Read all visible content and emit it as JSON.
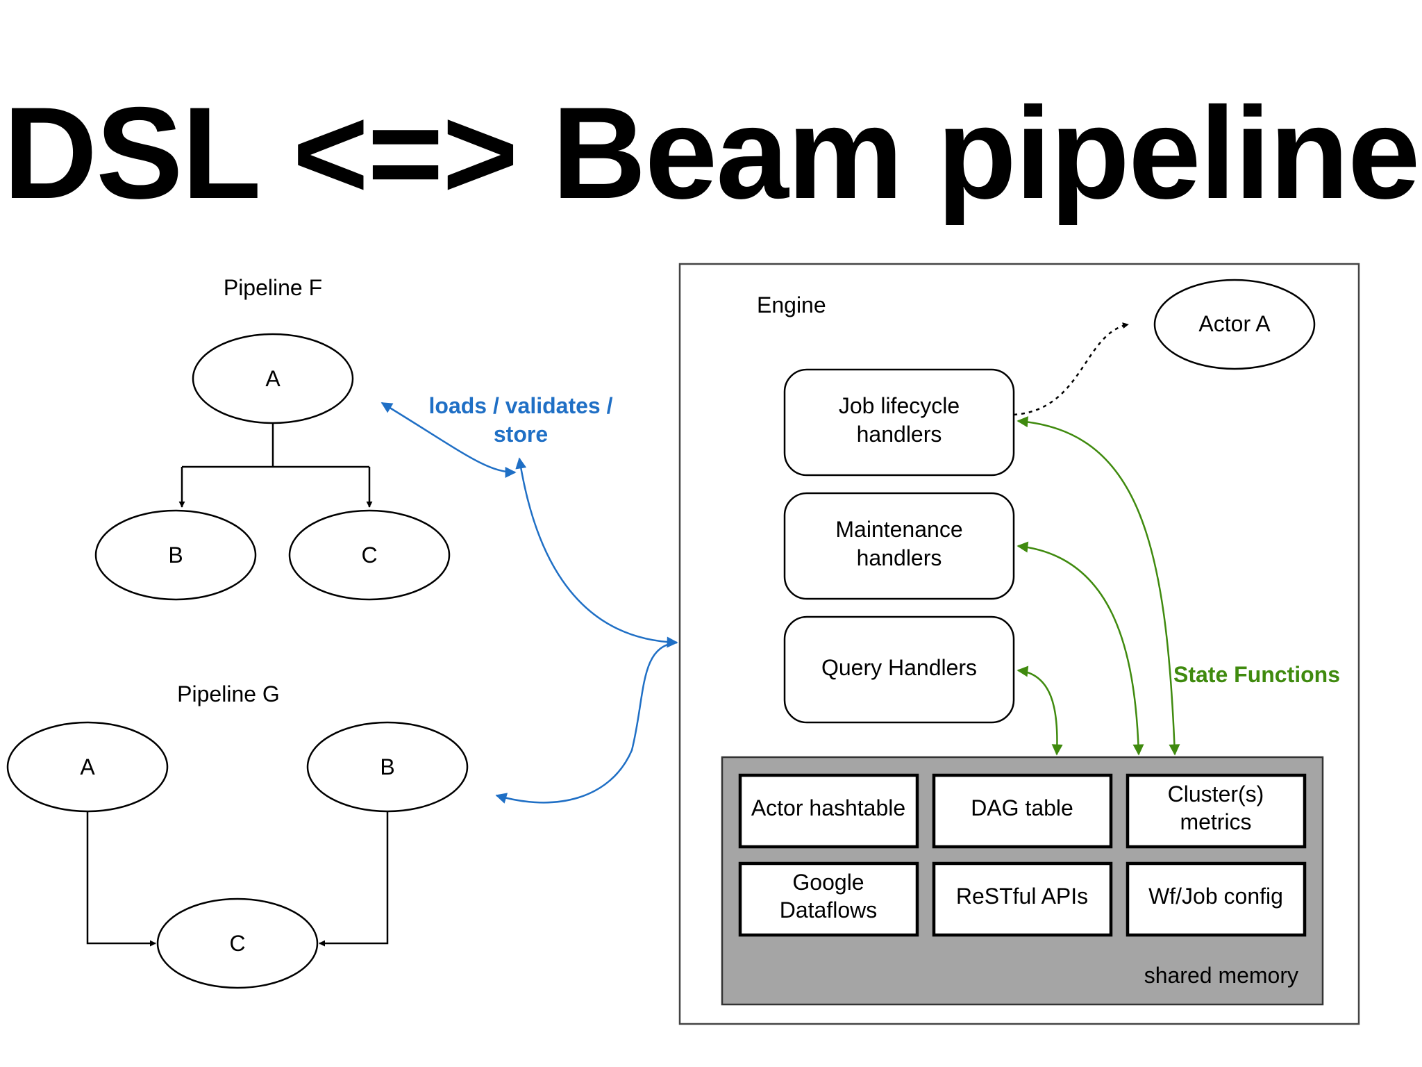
{
  "title": "DSL <=> Beam pipeline",
  "colors": {
    "blue": "#1f6fc5",
    "green": "#3f8a0e",
    "shared_memory_fill": "#a5a5a5"
  },
  "pipeline_f": {
    "label": "Pipeline F",
    "nodes": {
      "a": "A",
      "b": "B",
      "c": "C"
    }
  },
  "pipeline_g": {
    "label": "Pipeline G",
    "nodes": {
      "a": "A",
      "b": "B",
      "c": "C"
    }
  },
  "blue_annotation": {
    "line1": "loads / validates /",
    "line2": "store"
  },
  "engine": {
    "label": "Engine",
    "actor": "Actor A",
    "handlers": {
      "job_lifecycle": [
        "Job lifecycle",
        "handlers"
      ],
      "maintenance": [
        "Maintenance",
        "handlers"
      ],
      "query": "Query Handlers"
    },
    "state_functions": "State Functions",
    "shared_memory": {
      "label": "shared memory",
      "cells": {
        "actor_hashtable": [
          "Actor hashtable"
        ],
        "dag_table": [
          "DAG table"
        ],
        "cluster_metrics": [
          "Cluster(s)",
          "metrics"
        ],
        "google_dataflows": [
          "Google",
          "Dataflows"
        ],
        "restful_apis": [
          "ReSTful APIs"
        ],
        "wf_job_config": [
          "Wf/Job config"
        ]
      }
    }
  }
}
